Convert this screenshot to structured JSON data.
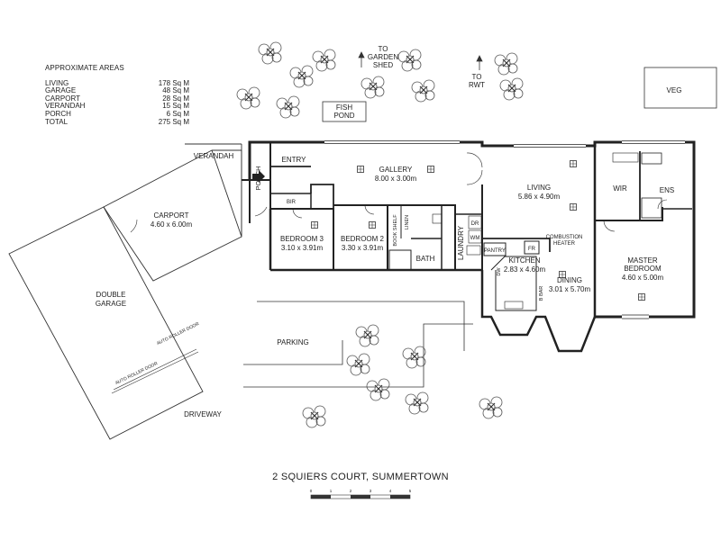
{
  "areas": {
    "title": "APPROXIMATE AREAS",
    "rows": [
      {
        "name": "LIVING",
        "value": "178 Sq M"
      },
      {
        "name": "GARAGE",
        "value": "48 Sq M"
      },
      {
        "name": "CARPORT",
        "value": "28 Sq M"
      },
      {
        "name": "VERANDAH",
        "value": "15 Sq M"
      },
      {
        "name": "PORCH",
        "value": "6 Sq M"
      },
      {
        "name": "TOTAL",
        "value": "275 Sq M"
      }
    ]
  },
  "rooms": {
    "gallery": {
      "name": "GALLERY",
      "size": "8.00 x 3.00m"
    },
    "living": {
      "name": "LIVING",
      "size": "5.86 x 4.90m"
    },
    "bedroom3": {
      "name": "BEDROOM 3",
      "size": "3.10 x 3.91m"
    },
    "bedroom2": {
      "name": "BEDROOM 2",
      "size": "3.30 x 3.91m"
    },
    "kitchen": {
      "name": "KITCHEN",
      "size": "2.83 x 4.60m"
    },
    "dining": {
      "name": "DINING",
      "size": "3.01 x 5.70m"
    },
    "master_line1": "MASTER",
    "master_line2": "BEDROOM",
    "master_size": "4.60 x 5.00m",
    "carport": {
      "name": "CARPORT",
      "size": "4.60 x 6.00m"
    },
    "garage_line1": "DOUBLE",
    "garage_line2": "GARAGE",
    "entry": "ENTRY",
    "porch": "PORCH",
    "verandah": "VERANDAH",
    "bir": "BIR",
    "bath": "BATH",
    "laundry": "LAUNDRY",
    "linen": "LINEN",
    "bookshelf": "BOOK SHELF",
    "dr": "DR",
    "wm": "WM",
    "pantry": "PANTRY",
    "fr": "FR",
    "dw": "DW",
    "bbar": "B BAR",
    "wir": "WIR",
    "ens": "ENS",
    "heater_line1": "COMBUSTION",
    "heater_line2": "HEATER"
  },
  "site": {
    "fish_pond_line1": "FISH",
    "fish_pond_line2": "POND",
    "garden_line1": "TO",
    "garden_line2": "GARDEN",
    "garden_line3": "SHED",
    "rwt_line1": "TO",
    "rwt_line2": "RWT",
    "veg": "VEG",
    "parking": "PARKING",
    "driveway": "DRIVEWAY",
    "auto_door_1": "AUTO ROLLER DOOR",
    "auto_door_2": "AUTO ROLLER DOOR"
  },
  "address": "2 SQUIERS COURT, SUMMERTOWN",
  "scale": {
    "ticks": [
      "0",
      "1",
      "2",
      "3",
      "4",
      "5"
    ]
  }
}
